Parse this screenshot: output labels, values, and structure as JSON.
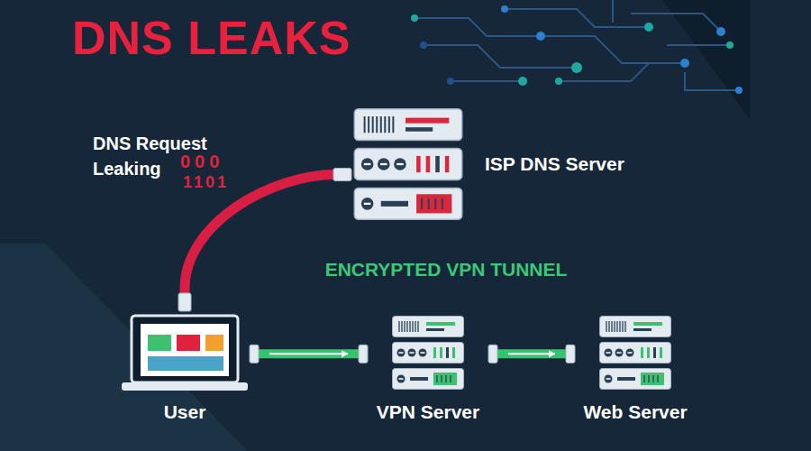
{
  "diagram": {
    "title": "DNS LEAKS",
    "nodes": [
      {
        "text": [
          "ISP DNS Server"
        ]
      },
      {
        "text": [
          "User"
        ]
      },
      {
        "text": [
          "VPN Server"
        ]
      },
      {
        "text": [
          "Web Server"
        ]
      }
    ],
    "edges": [
      {
        "from": 1,
        "to": 0,
        "arrow": "none"
      },
      {
        "from": 1,
        "to": 2,
        "arrow": "to"
      },
      {
        "from": 2,
        "to": 3,
        "arrow": "to"
      }
    ],
    "labels": [
      "DNS Request Leaking",
      "000",
      "1101",
      "ENCRYPTED VPN TUNNEL"
    ]
  }
}
